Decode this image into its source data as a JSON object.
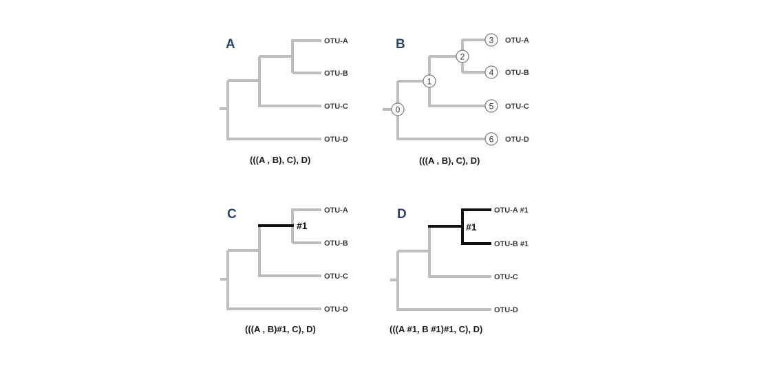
{
  "panels": {
    "a": {
      "label": "A",
      "otus": [
        "OTU-A",
        "OTU-B",
        "OTU-C",
        "OTU-D"
      ],
      "newick": "(((A , B), C), D)"
    },
    "b": {
      "label": "B",
      "otus": [
        "OTU-A",
        "OTU-B",
        "OTU-C",
        "OTU-D"
      ],
      "newick": "(((A , B), C), D)",
      "nodes": [
        "0",
        "1",
        "2",
        "3",
        "4",
        "5",
        "6"
      ]
    },
    "c": {
      "label": "C",
      "otus": [
        "OTU-A",
        "OTU-B",
        "OTU-C",
        "OTU-D"
      ],
      "mark": "#1",
      "newick": "(((A , B)#1, C), D)"
    },
    "d": {
      "label": "D",
      "otus": [
        "OTU-A #1",
        "OTU-B #1",
        "OTU-C",
        "OTU-D"
      ],
      "mark": "#1",
      "newick": "(((A #1, B #1)#1, C), D)"
    }
  },
  "colors": {
    "branch": "#bdbdbd",
    "highlight": "#111111",
    "panel_label": "#2e4366"
  }
}
